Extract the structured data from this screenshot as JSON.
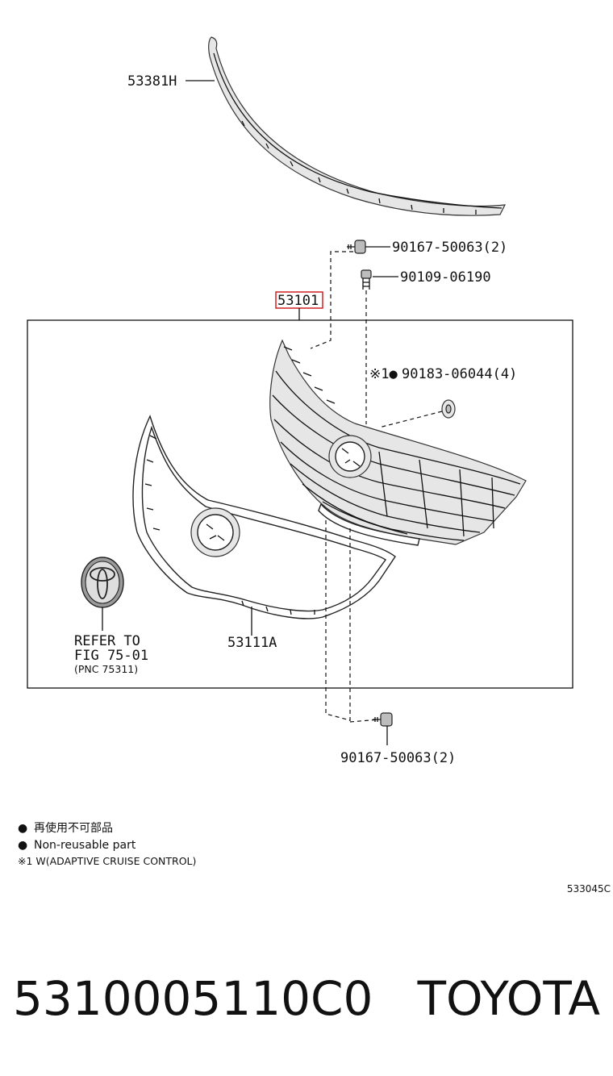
{
  "parts": {
    "molding": "53381H",
    "grille_assembly": "53101",
    "grille_outer": "53111A",
    "screw_top": "90167-50063(2)",
    "clip": "90109-06190",
    "nut": "90183-06044(4)",
    "nut_prefix": "※1●",
    "screw_bottom": "90167-50063(2)"
  },
  "emblem_refer": {
    "line1": "REFER TO",
    "line2": "FIG 75-01",
    "line3": "(PNC 75311)"
  },
  "legend": {
    "bullet": "●",
    "japanese": "再使用不可部品",
    "english": "Non-reusable part",
    "note": "※1 W(ADAPTIVE CRUISE CONTROL)"
  },
  "illustration_code": "533045C",
  "footer": {
    "part_number": "5310005110C0",
    "brand": "TOYOTA"
  },
  "colors": {
    "highlight_box": "#d02020"
  }
}
